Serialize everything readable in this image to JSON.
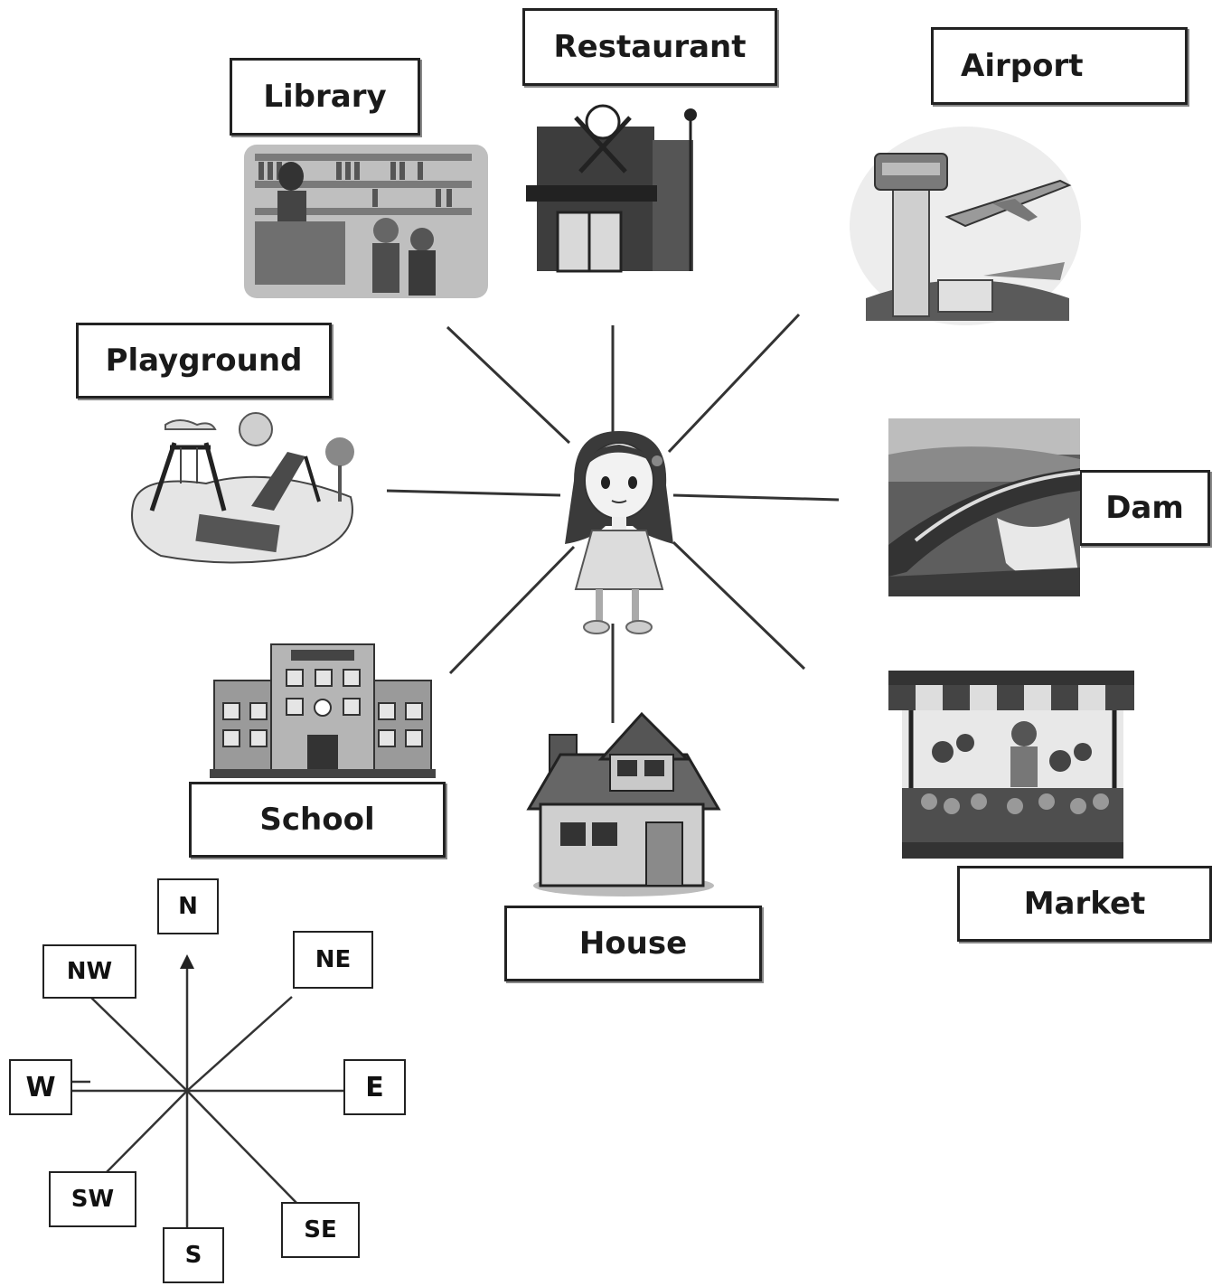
{
  "places": {
    "library": "Library",
    "restaurant": "Restaurant",
    "airport": "Airport",
    "playground": "Playground",
    "dam": "Dam",
    "school": "School",
    "house": "House",
    "market": "Market"
  },
  "compass": {
    "n": "N",
    "ne": "NE",
    "e": "E",
    "se": "SE",
    "s": "S",
    "sw": "SW",
    "w": "W",
    "nw": "NW"
  },
  "icons": {
    "center": "girl-icon",
    "library": "library-icon",
    "restaurant": "restaurant-icon",
    "airport": "airport-icon",
    "playground": "playground-icon",
    "dam": "dam-icon",
    "school": "school-icon",
    "house": "house-icon",
    "market": "market-icon"
  }
}
